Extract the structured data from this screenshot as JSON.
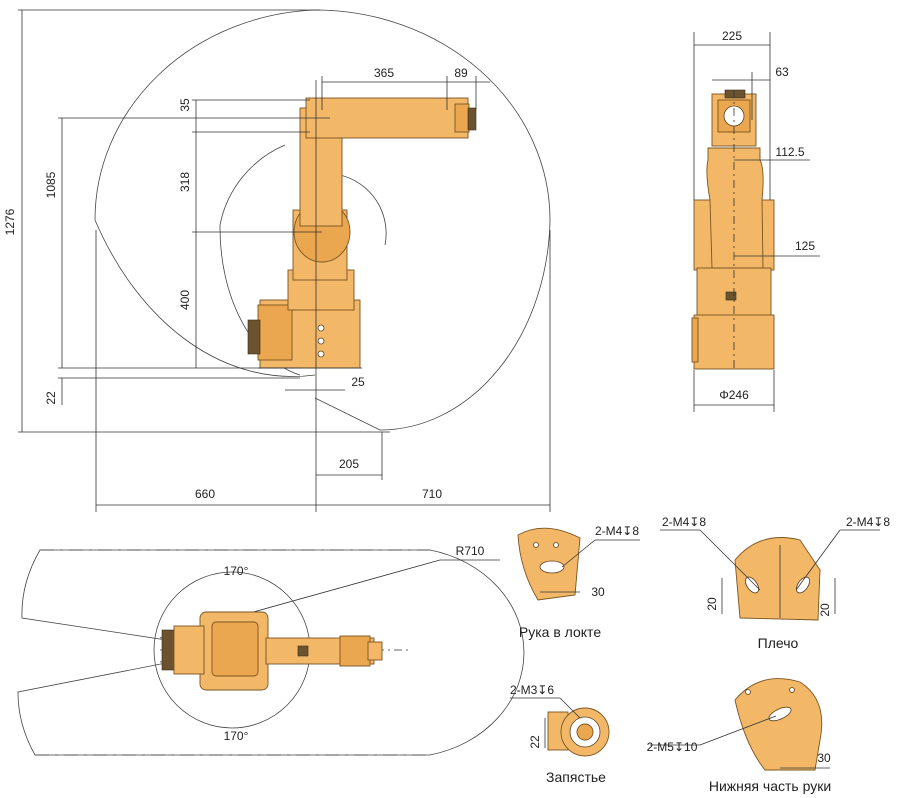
{
  "colors": {
    "robot_body": "#f2b868",
    "robot_shadow": "#eaa74f",
    "line": "#333333"
  },
  "side_view": {
    "dims": {
      "d1276": "1276",
      "d1085": "1085",
      "d22": "22",
      "d35": "35",
      "d318": "318",
      "d400": "400",
      "d365": "365",
      "d89": "89",
      "d25": "25",
      "d205": "205",
      "d660": "660",
      "d710": "710"
    }
  },
  "front_view": {
    "dims": {
      "d225": "225",
      "d63": "63",
      "d112_5": "112.5",
      "d125": "125",
      "phi246": "Φ246"
    }
  },
  "top_view": {
    "angle_top": "170°",
    "angle_bottom": "170°",
    "radius": "R710"
  },
  "details": {
    "elbow": {
      "callout": "2-M4↧8",
      "dim": "30",
      "caption": "Рука в локте"
    },
    "shoulder": {
      "callout_left": "2-M4↧8",
      "callout_right": "2-M4↧8",
      "dim_left": "20",
      "dim_right": "20",
      "caption": "Плечо"
    },
    "wrist": {
      "callout": "2-M3↧6",
      "dim": "22",
      "caption": "Запястье"
    },
    "lower_arm": {
      "callout": "2-M5↧10",
      "dim": "30",
      "caption": "Нижняя часть руки"
    }
  }
}
